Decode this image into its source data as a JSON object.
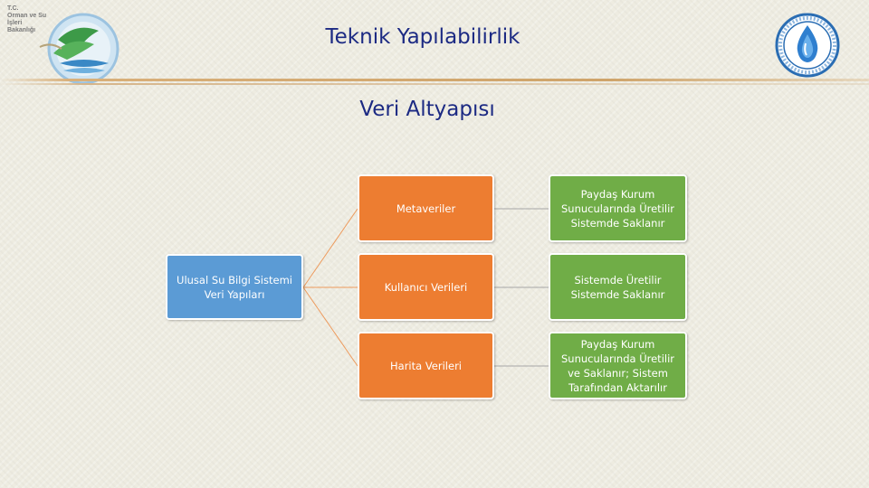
{
  "header": {
    "title": "Teknik Yapılabilirlik",
    "subtitle": "Veri Altyapısı",
    "left_logo": {
      "icon": "ministry-logo-icon",
      "text": "T.C.\nOrman ve Su İşleri\nBakanlığı"
    },
    "right_logo": {
      "icon": "water-drop-seal-icon"
    }
  },
  "diagram": {
    "root": "Ulusal Su Bilgi Sistemi\nVeri Yapıları",
    "branches": [
      {
        "label": "Metaveriler",
        "detail": "Paydaş Kurum\nSunucularında Üretilir\nSistemde Saklanır"
      },
      {
        "label": "Kullanıcı Verileri",
        "detail": "Sistemde Üretilir\nSistemde Saklanır"
      },
      {
        "label": "Harita Verileri",
        "detail": "Paydaş Kurum\nSunucularında Üretilir\nve Saklanır; Sistem\nTarafından Aktarılır"
      }
    ]
  },
  "colors": {
    "title": "#1c2a83",
    "root_box": "#5b9bd5",
    "mid_box": "#ed7d31",
    "leaf_box": "#70ad47",
    "connector_left": "#ed9a5c",
    "connector_right": "#a6a6a6",
    "background": "#eeece1"
  }
}
